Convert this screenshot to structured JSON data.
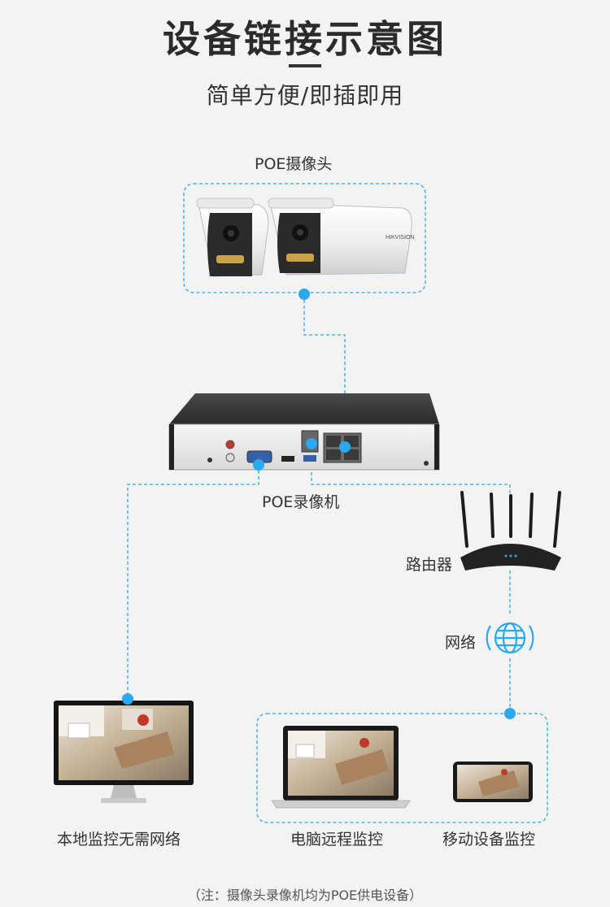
{
  "header": {
    "title": "设备链接示意图",
    "subtitle": "简单方便/即插即用"
  },
  "nodes": {
    "camera": "POE摄像头",
    "nvr": "POE录像机",
    "router": "路由器",
    "network": "网络",
    "local_monitor": "本地监控无需网络",
    "pc_monitor": "电脑远程监控",
    "mobile_monitor": "移动设备监控"
  },
  "camera_brand": "HIKVISION",
  "footnote": "（注：摄像头录像机均为POE供电设备）",
  "icons": [
    "camera-icon",
    "nvr-icon",
    "router-icon",
    "globe-icon",
    "monitor-icon",
    "laptop-icon",
    "phone-icon"
  ],
  "colors": {
    "accent": "#2aa8f0",
    "device_dark": "#2a2a2a",
    "background": "#f3f3f3"
  }
}
